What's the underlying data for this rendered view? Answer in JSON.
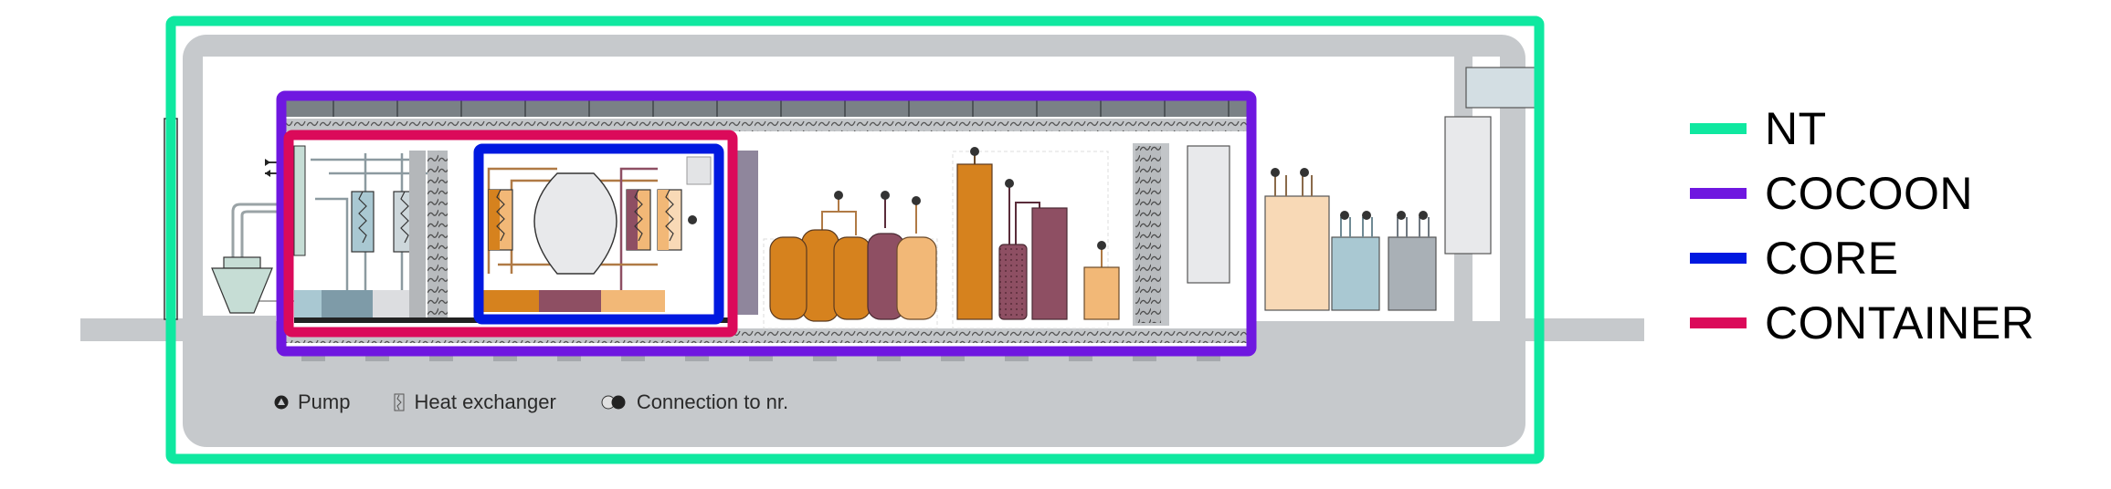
{
  "legend": {
    "items": [
      {
        "label": "NT",
        "color": "#0fe8a0"
      },
      {
        "label": "COCOON",
        "color": "#6f17e0"
      },
      {
        "label": "CORE",
        "color": "#0019e0"
      },
      {
        "label": "CONTAINER",
        "color": "#db0a5a"
      }
    ]
  },
  "symbol_key": {
    "items": [
      {
        "icon": "pump-icon",
        "label": "Pump"
      },
      {
        "icon": "heat-exchanger-icon",
        "label": "Heat exchanger"
      },
      {
        "icon": "connection-icon",
        "label": "Connection to nr."
      }
    ]
  },
  "colors": {
    "building_gray": "#c6c9cc",
    "roof_panel": "#7a8186",
    "insulation": "#b4b7ba",
    "orange": "#d6821e",
    "light_orange": "#f2b877",
    "peach": "#f8d9b6",
    "plum": "#8e4f63",
    "light_blue": "#a9c8d2",
    "steel_blue": "#7e9ba8",
    "slate": "#a9b0b6",
    "mint": "#c6ddd5"
  }
}
